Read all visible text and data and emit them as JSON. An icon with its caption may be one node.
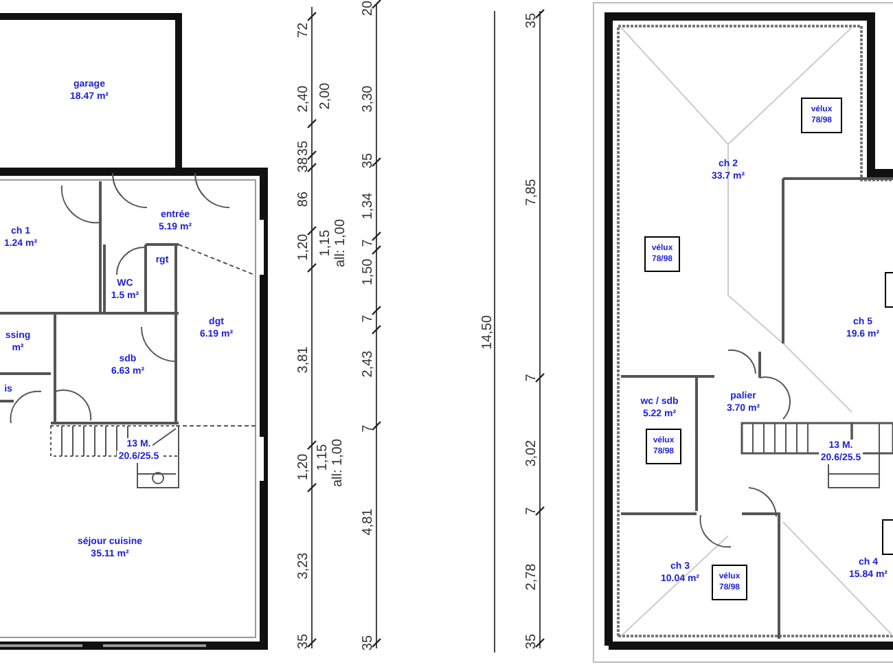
{
  "diagram": {
    "nodes": [
      {
        "text": [
          "garage",
          "18.47 m²"
        ]
      },
      {
        "text": [
          "ch 1",
          "1.24 m²"
        ]
      },
      {
        "text": [
          "entrée",
          "5.19 m²"
        ]
      },
      {
        "text": [
          "WC",
          "1.5 m²"
        ]
      },
      {
        "text": [
          "rgt"
        ]
      },
      {
        "text": [
          "dgt",
          "6.19 m²"
        ]
      },
      {
        "text": [
          "ssing",
          "m²"
        ]
      },
      {
        "text": [
          "is"
        ]
      },
      {
        "text": [
          "sdb",
          "6.63 m²"
        ]
      },
      {
        "text": [
          "13 M.",
          "20.6/25.5"
        ]
      },
      {
        "text": [
          "séjour cuisine",
          "35.11 m²"
        ]
      },
      {
        "text": [
          "ch 2",
          "33.7 m²"
        ]
      },
      {
        "text": [
          "vélux",
          "78/98"
        ],
        "in": 11
      },
      {
        "text": [
          "vélux",
          "78/98"
        ],
        "in": 11
      },
      {
        "text": [
          "ch 5",
          "19.6 m²"
        ]
      },
      {
        "text": [],
        "shape": "box",
        "in": 14
      },
      {
        "text": [
          "palier",
          "3.70 m²"
        ]
      },
      {
        "text": [
          "wc / sdb",
          "5.22 m²"
        ]
      },
      {
        "text": [
          "vélux",
          "78/98"
        ],
        "in": 17
      },
      {
        "text": [
          "13 M.",
          "20.6/25.5"
        ]
      },
      {
        "text": [
          "ch 3",
          "10.04 m²"
        ]
      },
      {
        "text": [
          "vélux",
          "78/98"
        ],
        "in": 20
      },
      {
        "text": [
          "ch 4",
          "15.84 m²"
        ]
      },
      {
        "text": [],
        "shape": "box",
        "in": 22
      }
    ],
    "labels": [
      "72",
      "2,40",
      "2,00",
      "35",
      "38",
      "86",
      "1,20",
      "1,15",
      "all: 1,00",
      "3,81",
      "1,20",
      "1,15",
      "all: 1,00",
      "3,23",
      "35",
      "20",
      "3,30",
      "35",
      "1,34",
      "7",
      "1,50",
      "7",
      "2,43",
      "7",
      "4,81",
      "35",
      "14,50",
      "35",
      "7,85",
      "7",
      "3,02",
      "7",
      "2,78",
      "35"
    ]
  }
}
